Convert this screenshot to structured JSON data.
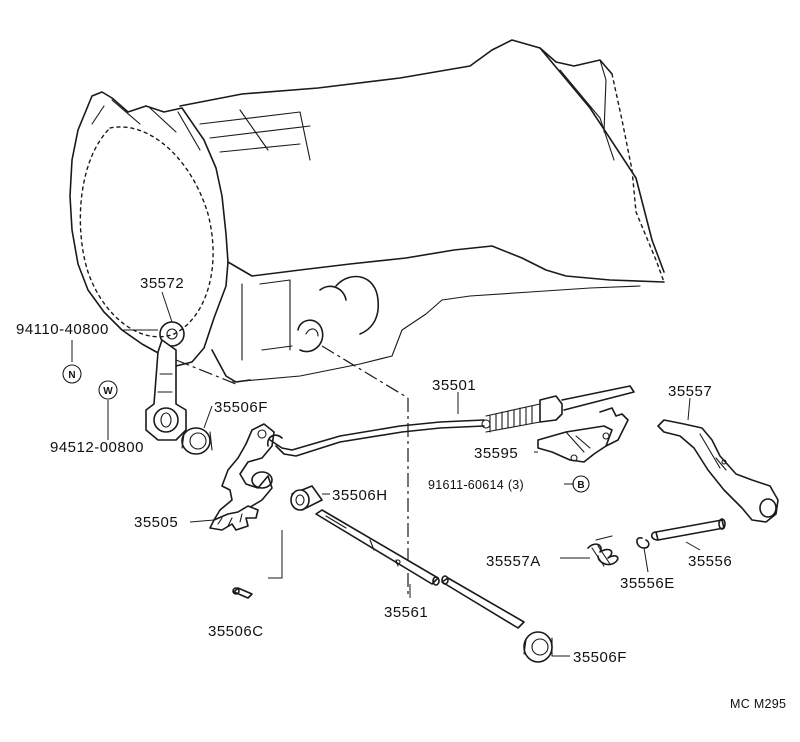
{
  "labels": {
    "p35572": "35572",
    "p94110": "94110-40800",
    "p94512": "94512-00800",
    "p35506F_top": "35506F",
    "p35505": "35505",
    "p35506H": "35506H",
    "p35506C": "35506C",
    "p35561": "35561",
    "p35506F_bottom": "35506F",
    "p35501": "35501",
    "p35595": "35595",
    "p91611": "91611-60614 (3)",
    "p35557": "35557",
    "p35557A": "35557A",
    "p35556E": "35556E",
    "p35556": "35556",
    "code": "MC M295"
  },
  "symbols": {
    "n": "N",
    "w": "W",
    "b": "B"
  }
}
